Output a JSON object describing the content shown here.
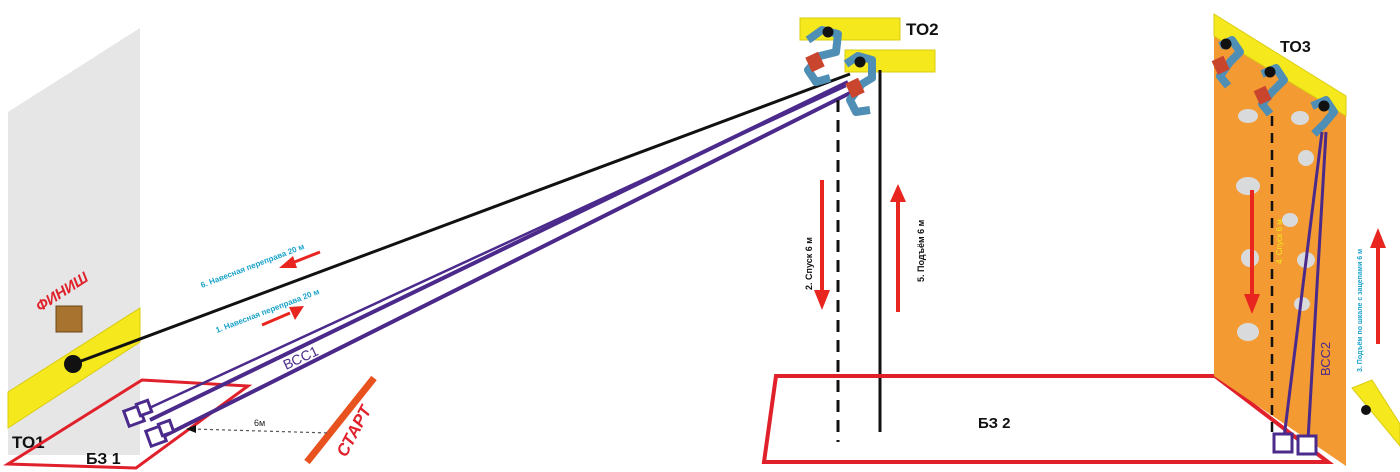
{
  "stages": {
    "to1": "ТО1",
    "to2": "ТО2",
    "to3": "ТО3",
    "bz1": "БЗ 1",
    "bz2": "БЗ 2"
  },
  "marks": {
    "finish": "ФИНИШ",
    "start": "СТАРТ",
    "distance": "6м"
  },
  "ropes": {
    "vss1": "ВСС1",
    "vss2": "ВСС2"
  },
  "steps": {
    "step1": "1. Навесная переправа 20 м",
    "step2": "2. Спуск 6 м",
    "step3": "3. Подъём по шкале с зацепами 6 м",
    "step4": "4. Спуск 6 м",
    "step5": "5. Подъём 6 м",
    "step6": "6. Навесная переправа 20 м"
  },
  "colors": {
    "rope_black": "#111111",
    "rope_purple": "#4b2a8c",
    "arrow_red": "#e8251f",
    "zone_red": "#e0202a",
    "yellow": "#f5e81c",
    "orange_wall": "#f39a33",
    "hold_grey": "#d9dadc",
    "note_cyan": "#1aa3c9",
    "wall_grey": "#e6e6e6",
    "bracket_blue": "#4f8fb5",
    "bracket_red": "#c9452e"
  }
}
